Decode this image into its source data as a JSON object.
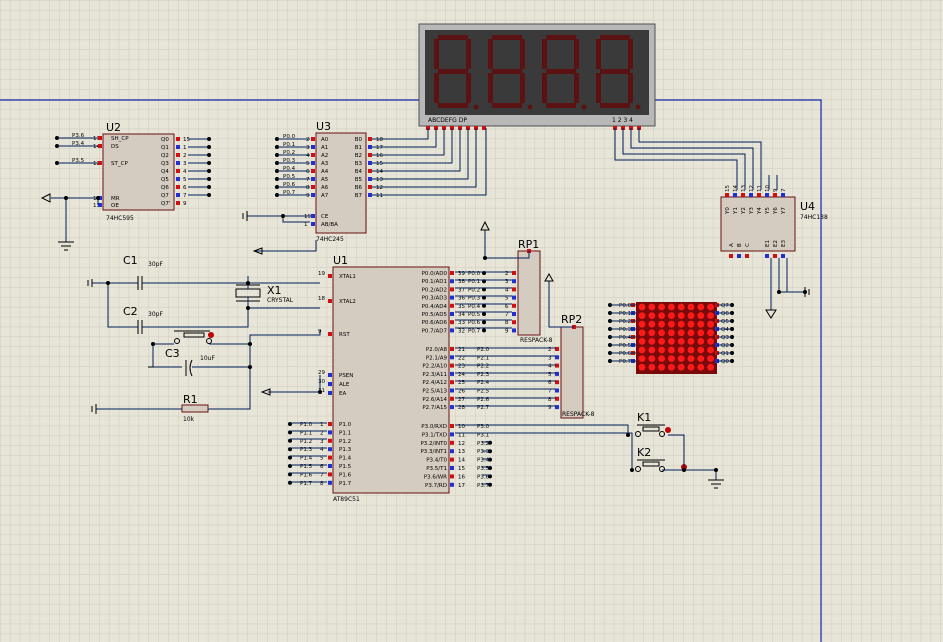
{
  "display": {
    "segment_label": "ABCDEFG  DP",
    "digit_label": "1 2 3 4",
    "digits": [
      "8",
      "8",
      "8",
      "8"
    ]
  },
  "components": {
    "u2": {
      "ref": "U2",
      "part": "74HC595",
      "left_pins": [
        "SH_CP",
        "DS",
        "ST_CP",
        "MR",
        "OE"
      ],
      "left_nums": [
        "11",
        "14",
        "12",
        "10",
        "13"
      ],
      "right_pins": [
        "Q0",
        "Q1",
        "Q2",
        "Q3",
        "Q4",
        "Q5",
        "Q6",
        "Q7",
        "Q7'"
      ],
      "right_nums": [
        "15",
        "1",
        "2",
        "3",
        "4",
        "5",
        "6",
        "7",
        "9"
      ],
      "nets": [
        "P3.6",
        "P3.4",
        "P3.5"
      ]
    },
    "u3": {
      "ref": "U3",
      "part": "74HC245",
      "a_pins": [
        "A0",
        "A1",
        "A2",
        "A3",
        "A4",
        "A5",
        "A6",
        "A7"
      ],
      "a_nums": [
        "2",
        "3",
        "4",
        "5",
        "6",
        "7",
        "8",
        "9"
      ],
      "b_pins": [
        "B0",
        "B1",
        "B2",
        "B3",
        "B4",
        "B5",
        "B6",
        "B7"
      ],
      "b_nums": [
        "18",
        "17",
        "16",
        "15",
        "14",
        "13",
        "12",
        "11"
      ],
      "ctrl": [
        "CE",
        "AB/BA"
      ],
      "ctrl_nums": [
        "19",
        "1"
      ],
      "nets": [
        "P0.0",
        "P0.1",
        "P0.2",
        "P0.3",
        "P0.4",
        "P0.5",
        "P0.6",
        "P0.7"
      ]
    },
    "u1": {
      "ref": "U1",
      "part": "AT89C51",
      "left_pins": [
        "XTAL1",
        "XTAL2",
        "RST",
        "PSEN",
        "ALE",
        "EA"
      ],
      "left_nums": [
        "19",
        "18",
        "9",
        "29",
        "30",
        "31"
      ],
      "p1_pins": [
        "P1.0",
        "P1.1",
        "P1.2",
        "P1.3",
        "P1.4",
        "P1.5",
        "P1.6",
        "P1.7"
      ],
      "p0_pins": [
        "P0.0/AD0",
        "P0.1/AD1",
        "P0.2/AD2",
        "P0.3/AD3",
        "P0.4/AD4",
        "P0.5/AD5",
        "P0.6/AD6",
        "P0.7/AD7"
      ],
      "p0_nums": [
        "39",
        "38",
        "37",
        "36",
        "35",
        "34",
        "33",
        "32"
      ],
      "p2_pins": [
        "P2.0/A8",
        "P2.1/A9",
        "P2.2/A10",
        "P2.3/A11",
        "P2.4/A12",
        "P2.5/A13",
        "P2.6/A14",
        "P2.7/A15"
      ],
      "p2_nums": [
        "21",
        "22",
        "23",
        "24",
        "25",
        "26",
        "27",
        "28"
      ],
      "p3_pins": [
        "P3.0/RXD",
        "P3.1/TXD",
        "P3.2/INT0",
        "P3.3/INT1",
        "P3.4/T0",
        "P3.5/T1",
        "P3.6/WR",
        "P3.7/RD"
      ],
      "p3_nums": [
        "10",
        "11",
        "12",
        "13",
        "14",
        "15",
        "16",
        "17"
      ],
      "p0_nets": [
        "P0.0",
        "P0.1",
        "P0.2",
        "P0.3",
        "P0.4",
        "P0.5",
        "P0.6",
        "P0.7"
      ],
      "p2_nets": [
        "P2.0",
        "P2.1",
        "P2.2",
        "P2.3",
        "P2.4",
        "P2.5",
        "P2.6",
        "P2.7"
      ],
      "p3_nets": [
        "P3.0",
        "P3.1",
        "P3.2",
        "P3.3",
        "P3.4",
        "P3.5",
        "P3.6",
        "P3.7"
      ]
    },
    "u4": {
      "ref": "U4",
      "part": "74HC138",
      "top_pins": [
        "Y0",
        "Y1",
        "Y2",
        "Y3",
        "Y4",
        "Y5",
        "Y6",
        "Y7"
      ],
      "top_nums": [
        "15",
        "14",
        "13",
        "12",
        "11",
        "10",
        "9",
        "7"
      ],
      "bottom_pins": [
        "A",
        "B",
        "C",
        "E1",
        "E2",
        "E3"
      ]
    },
    "c1": {
      "ref": "C1",
      "value": "30pF"
    },
    "c2": {
      "ref": "C2",
      "value": "30pF"
    },
    "c3": {
      "ref": "C3",
      "value": "10uF"
    },
    "x1": {
      "ref": "X1",
      "value": "CRYSTAL"
    },
    "r1": {
      "ref": "R1",
      "value": "10k"
    },
    "rp1": {
      "ref": "RP1",
      "value": "RESPACK-8"
    },
    "rp2": {
      "ref": "RP2",
      "value": "RESPACK-8"
    },
    "k1": {
      "ref": "K1"
    },
    "k2": {
      "ref": "K2"
    },
    "matrix": {
      "row_nets": [
        "P0.0",
        "P0.1",
        "P0.2",
        "P0.3",
        "P0.4",
        "P0.5",
        "P0.6",
        "P0.7"
      ],
      "col_nets": [
        "Q7",
        "Q6",
        "Q5",
        "Q4",
        "Q3",
        "Q2",
        "Q1",
        "Q0"
      ]
    }
  },
  "colors": {
    "background": "#e7e4d8",
    "grid": "#c6c3b6",
    "wire": "#00205a",
    "component_fill": "#d4ccc0",
    "component_border": "#6a1010",
    "pin_red": "#d01010",
    "pin_blue": "#2030d0",
    "led_red": "#ff1a1a",
    "display_bg": "#3a3a3a"
  }
}
